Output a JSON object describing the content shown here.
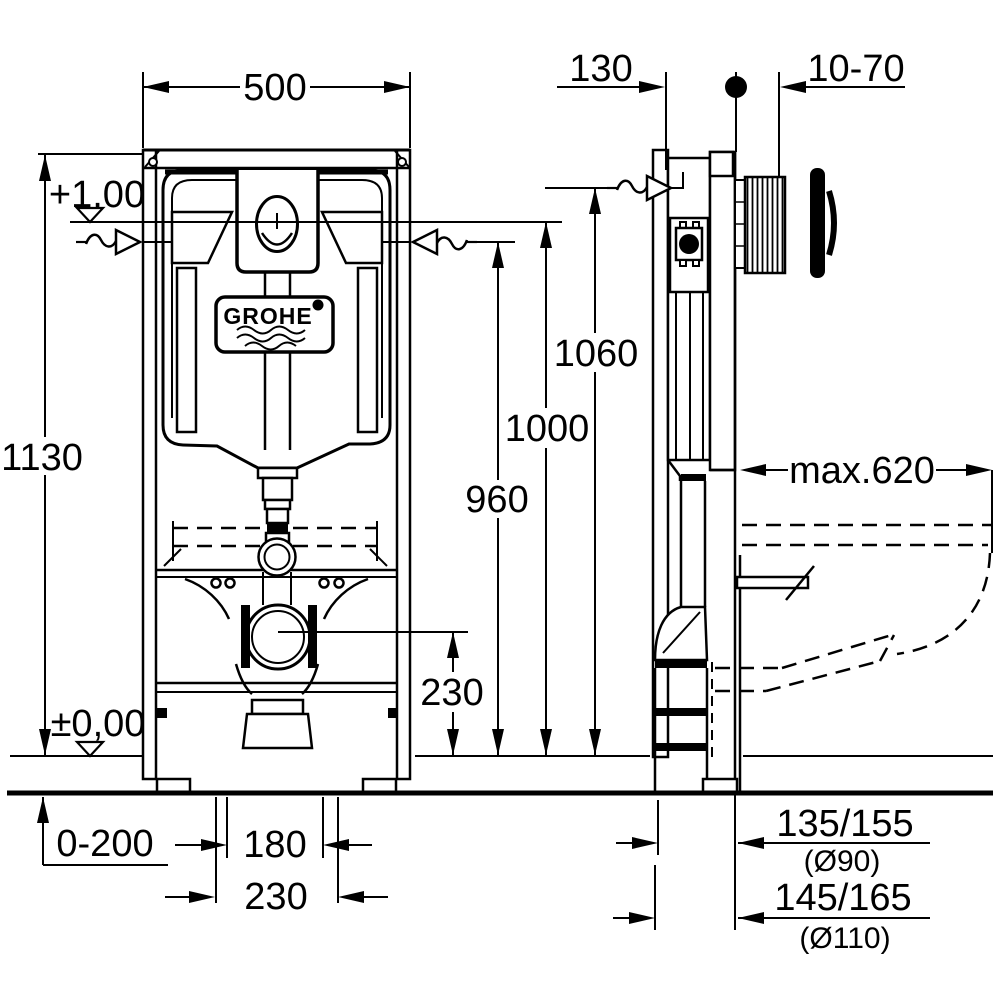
{
  "drawing": {
    "brand": "GROHE",
    "labels": {
      "width": "500",
      "total_height": "1130",
      "level_top": "+1,00",
      "level_floor": "±0,00",
      "h1060": "1060",
      "h1000": "1000",
      "h960": "960",
      "outlet_height": "230",
      "foot_adjust": "0-200",
      "bolt_spacing": "180",
      "outer_spacing": "230",
      "depth": "130",
      "wall_range": "10-70",
      "bowl_depth": "max.620",
      "drain90": "135/155",
      "drain90_dia": "(Ø90)",
      "drain110": "145/165",
      "drain110_dia": "(Ø110)"
    },
    "colors": {
      "ink": "#000000",
      "paper": "#ffffff"
    }
  }
}
